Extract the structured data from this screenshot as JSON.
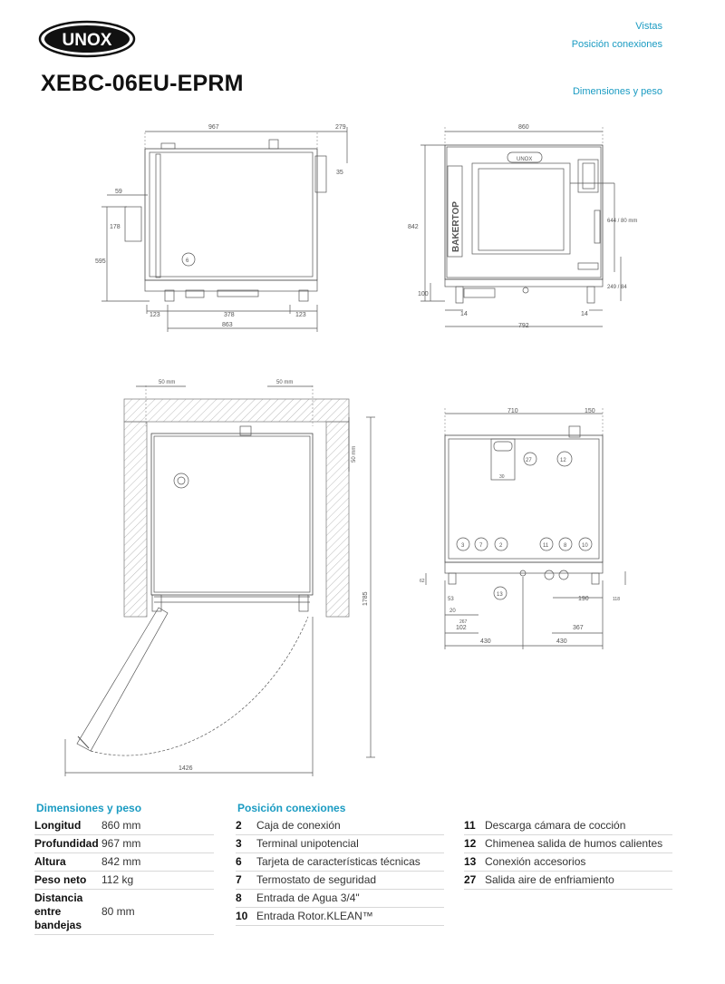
{
  "header": {
    "brand": "UNOX",
    "model": "XEBC-06EU-EPRM",
    "nav_links": [
      "Vistas",
      "Posición conexiones",
      "Dimensiones y peso"
    ]
  },
  "drawings": {
    "side_view": {
      "d1": "967",
      "d2": "279",
      "d3": "59",
      "d4": "178",
      "d5": "595",
      "d6": "123",
      "d7": "378",
      "d8": "123",
      "d9": "863",
      "d10": "35",
      "callout": "6"
    },
    "front_view": {
      "d1": "860",
      "d2": "842",
      "d3": "100",
      "d4": "14",
      "d5": "14",
      "d6": "792",
      "d7": "644 / 80 mm",
      "d8": "249 / 84",
      "brand_label": "BAKERTOP",
      "logo": "UNOX"
    },
    "top_view": {
      "d1": "50 mm",
      "d2": "50 mm",
      "d3": "50 mm",
      "d4": "1785",
      "d5": "1426"
    },
    "rear_view": {
      "d1": "710",
      "d2": "150",
      "d3": "30",
      "d4": "62",
      "d5": "20",
      "d6": "102",
      "d7": "267",
      "d8": "430",
      "d9": "430",
      "d10": "190",
      "d11": "367",
      "d12": "118",
      "d13": "53",
      "callouts": [
        "27",
        "12",
        "3",
        "7",
        "2",
        "11",
        "8",
        "10",
        "13"
      ]
    }
  },
  "dimensions": {
    "title": "Dimensiones y peso",
    "rows": [
      {
        "label": "Longitud",
        "value": "860 mm"
      },
      {
        "label": "Profundidad",
        "value": "967 mm"
      },
      {
        "label": "Altura",
        "value": "842 mm"
      },
      {
        "label": "Peso neto",
        "value": "112 kg"
      },
      {
        "label": "Distancia entre bandejas",
        "value": "80 mm"
      }
    ]
  },
  "connections": {
    "title": "Posición conexiones",
    "col1": [
      {
        "num": "2",
        "text": "Caja de conexión"
      },
      {
        "num": "3",
        "text": "Terminal unipotencial"
      },
      {
        "num": "6",
        "text": "Tarjeta de características técnicas"
      },
      {
        "num": "7",
        "text": "Termostato de seguridad"
      },
      {
        "num": "8",
        "text": "Entrada de Agua 3/4\""
      },
      {
        "num": "10",
        "text": "Entrada Rotor.KLEAN™"
      }
    ],
    "col2": [
      {
        "num": "11",
        "text": "Descarga cámara de cocción"
      },
      {
        "num": "12",
        "text": "Chimenea salida de humos calientes"
      },
      {
        "num": "13",
        "text": "Conexión accesorios"
      },
      {
        "num": "27",
        "text": "Salida aire de enfriamiento"
      }
    ]
  }
}
